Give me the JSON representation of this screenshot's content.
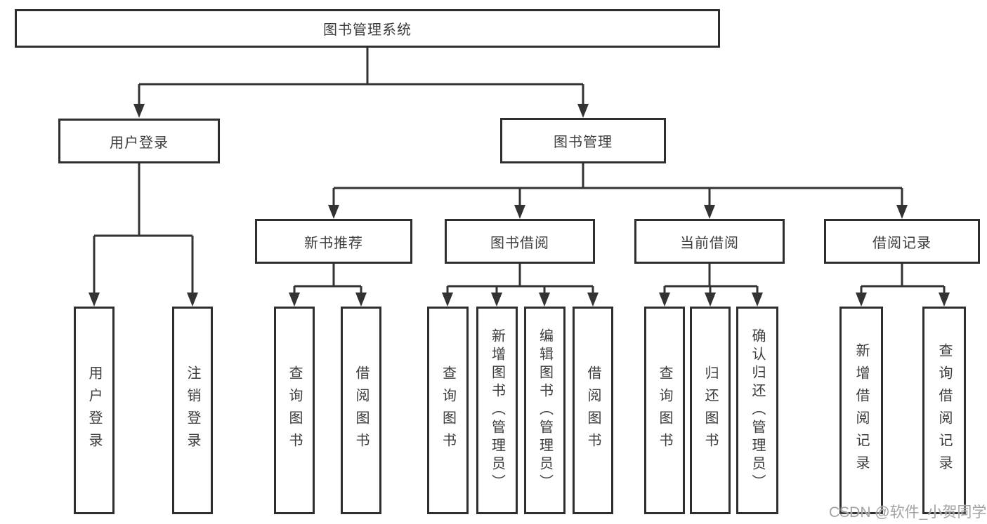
{
  "colors": {
    "line": "#333333",
    "box_border": "#2e2e2e",
    "text": "#3c3c3c",
    "watermark": "#a3a3a3",
    "background": "#ffffff"
  },
  "diagram": {
    "title": "图书管理系统",
    "branches": [
      {
        "label": "用户登录",
        "children": [
          {
            "label": "用户登录"
          },
          {
            "label": "注销登录"
          }
        ]
      },
      {
        "label": "图书管理",
        "children": [
          {
            "label": "新书推荐",
            "children": [
              {
                "label": "查询图书"
              },
              {
                "label": "借阅图书"
              }
            ]
          },
          {
            "label": "图书借阅",
            "children": [
              {
                "label": "查询图书"
              },
              {
                "label": "新增图书（管理员）"
              },
              {
                "label": "编辑图书（管理员）"
              },
              {
                "label": "借阅图书"
              }
            ]
          },
          {
            "label": "当前借阅",
            "children": [
              {
                "label": "查询图书"
              },
              {
                "label": "归还图书"
              },
              {
                "label": "确认归还（管理员）"
              }
            ]
          },
          {
            "label": "借阅记录",
            "children": [
              {
                "label": "新增借阅记录"
              },
              {
                "label": "查询借阅记录"
              }
            ]
          }
        ]
      }
    ]
  },
  "watermark": {
    "text": "CSDN @软件_小贺同学"
  }
}
